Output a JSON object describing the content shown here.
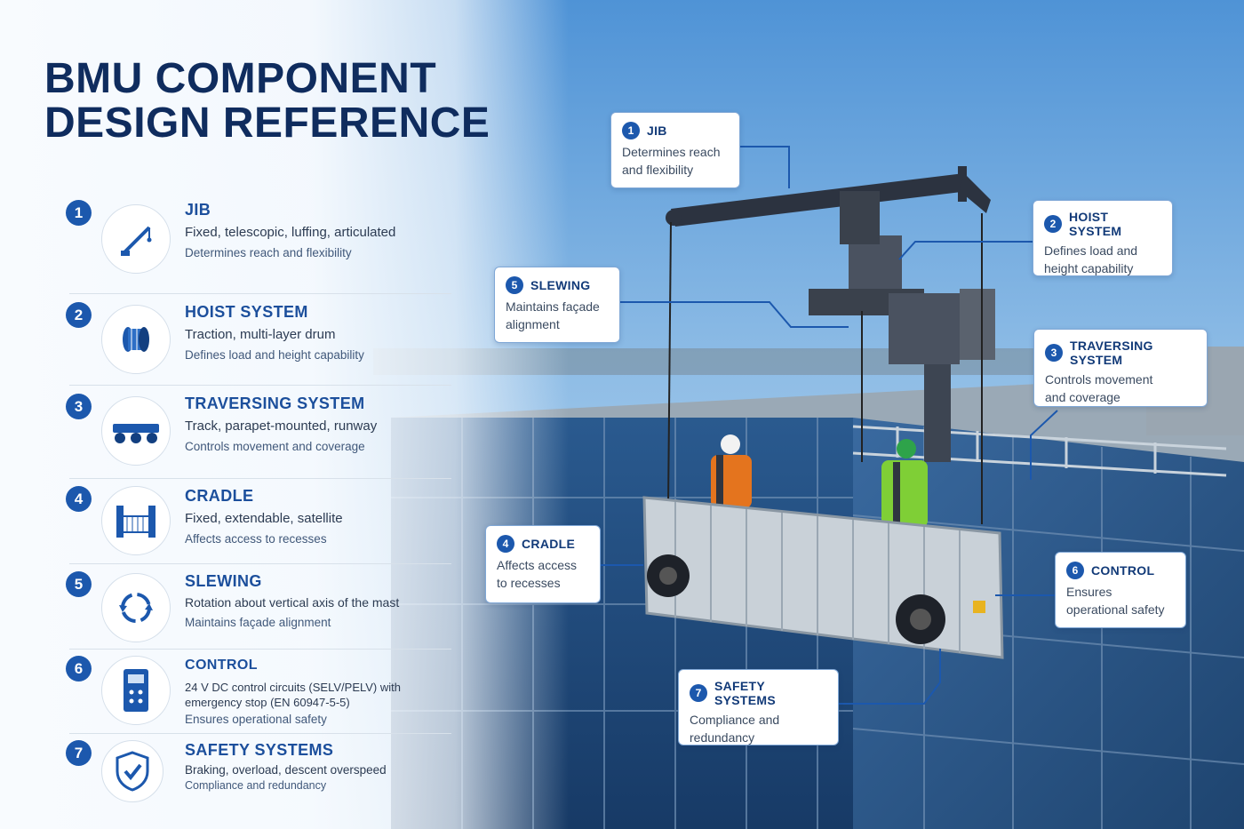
{
  "title_line1": "BMU COMPONENT",
  "title_line2": "DESIGN REFERENCE",
  "components": [
    {
      "num": "1",
      "title": "JIB",
      "sub": "Fixed, telescopic, luffing, articulated",
      "note": "Determines reach and flexibility",
      "icon": "jib-crane-icon"
    },
    {
      "num": "2",
      "title": "HOIST SYSTEM",
      "sub": "Traction, multi-layer drum",
      "note": "Defines load and height capability",
      "icon": "hoist-drum-icon"
    },
    {
      "num": "3",
      "title": "TRAVERSING SYSTEM",
      "sub": "Track, parapet-mounted, runway",
      "note": "Controls movement and coverage",
      "icon": "trolley-icon"
    },
    {
      "num": "4",
      "title": "CRADLE",
      "sub": "Fixed, extendable, satellite",
      "note": "Affects access to recesses",
      "icon": "cradle-icon"
    },
    {
      "num": "5",
      "title": "SLEWING",
      "sub": "Rotation about vertical axis of the mast",
      "note": "Maintains façade alignment",
      "icon": "rotation-icon"
    },
    {
      "num": "6",
      "title": "CONTROL",
      "sub": "24 V DC control circuits (SELV/PELV) with emergency stop (EN 60947-5-5)",
      "note": "Ensures operational safety",
      "icon": "control-panel-icon"
    },
    {
      "num": "7",
      "title": "SAFETY SYSTEMS",
      "sub": "Braking, overload, descent overspeed",
      "note": "Compliance and redundancy",
      "icon": "shield-check-icon"
    }
  ],
  "callouts": [
    {
      "num": "1",
      "title": "JIB",
      "desc": "Determines reach and flexibility"
    },
    {
      "num": "2",
      "title": "HOIST SYSTEM",
      "desc": "Defines load and height capability"
    },
    {
      "num": "3",
      "title": "TRAVERSING SYSTEM",
      "desc": "Controls movement and coverage"
    },
    {
      "num": "4",
      "title": "CRADLE",
      "desc": "Affects access to recesses"
    },
    {
      "num": "5",
      "title": "SLEWING",
      "desc": "Maintains façade alignment"
    },
    {
      "num": "6",
      "title": "CONTROL",
      "desc": "Ensures operational safety"
    },
    {
      "num": "7",
      "title": "SAFETY SYSTEMS",
      "desc": "Compliance and redundancy"
    }
  ],
  "colors": {
    "accent": "#1c58ad",
    "title": "#0f2c5e",
    "glass": "#1d3f6e"
  }
}
